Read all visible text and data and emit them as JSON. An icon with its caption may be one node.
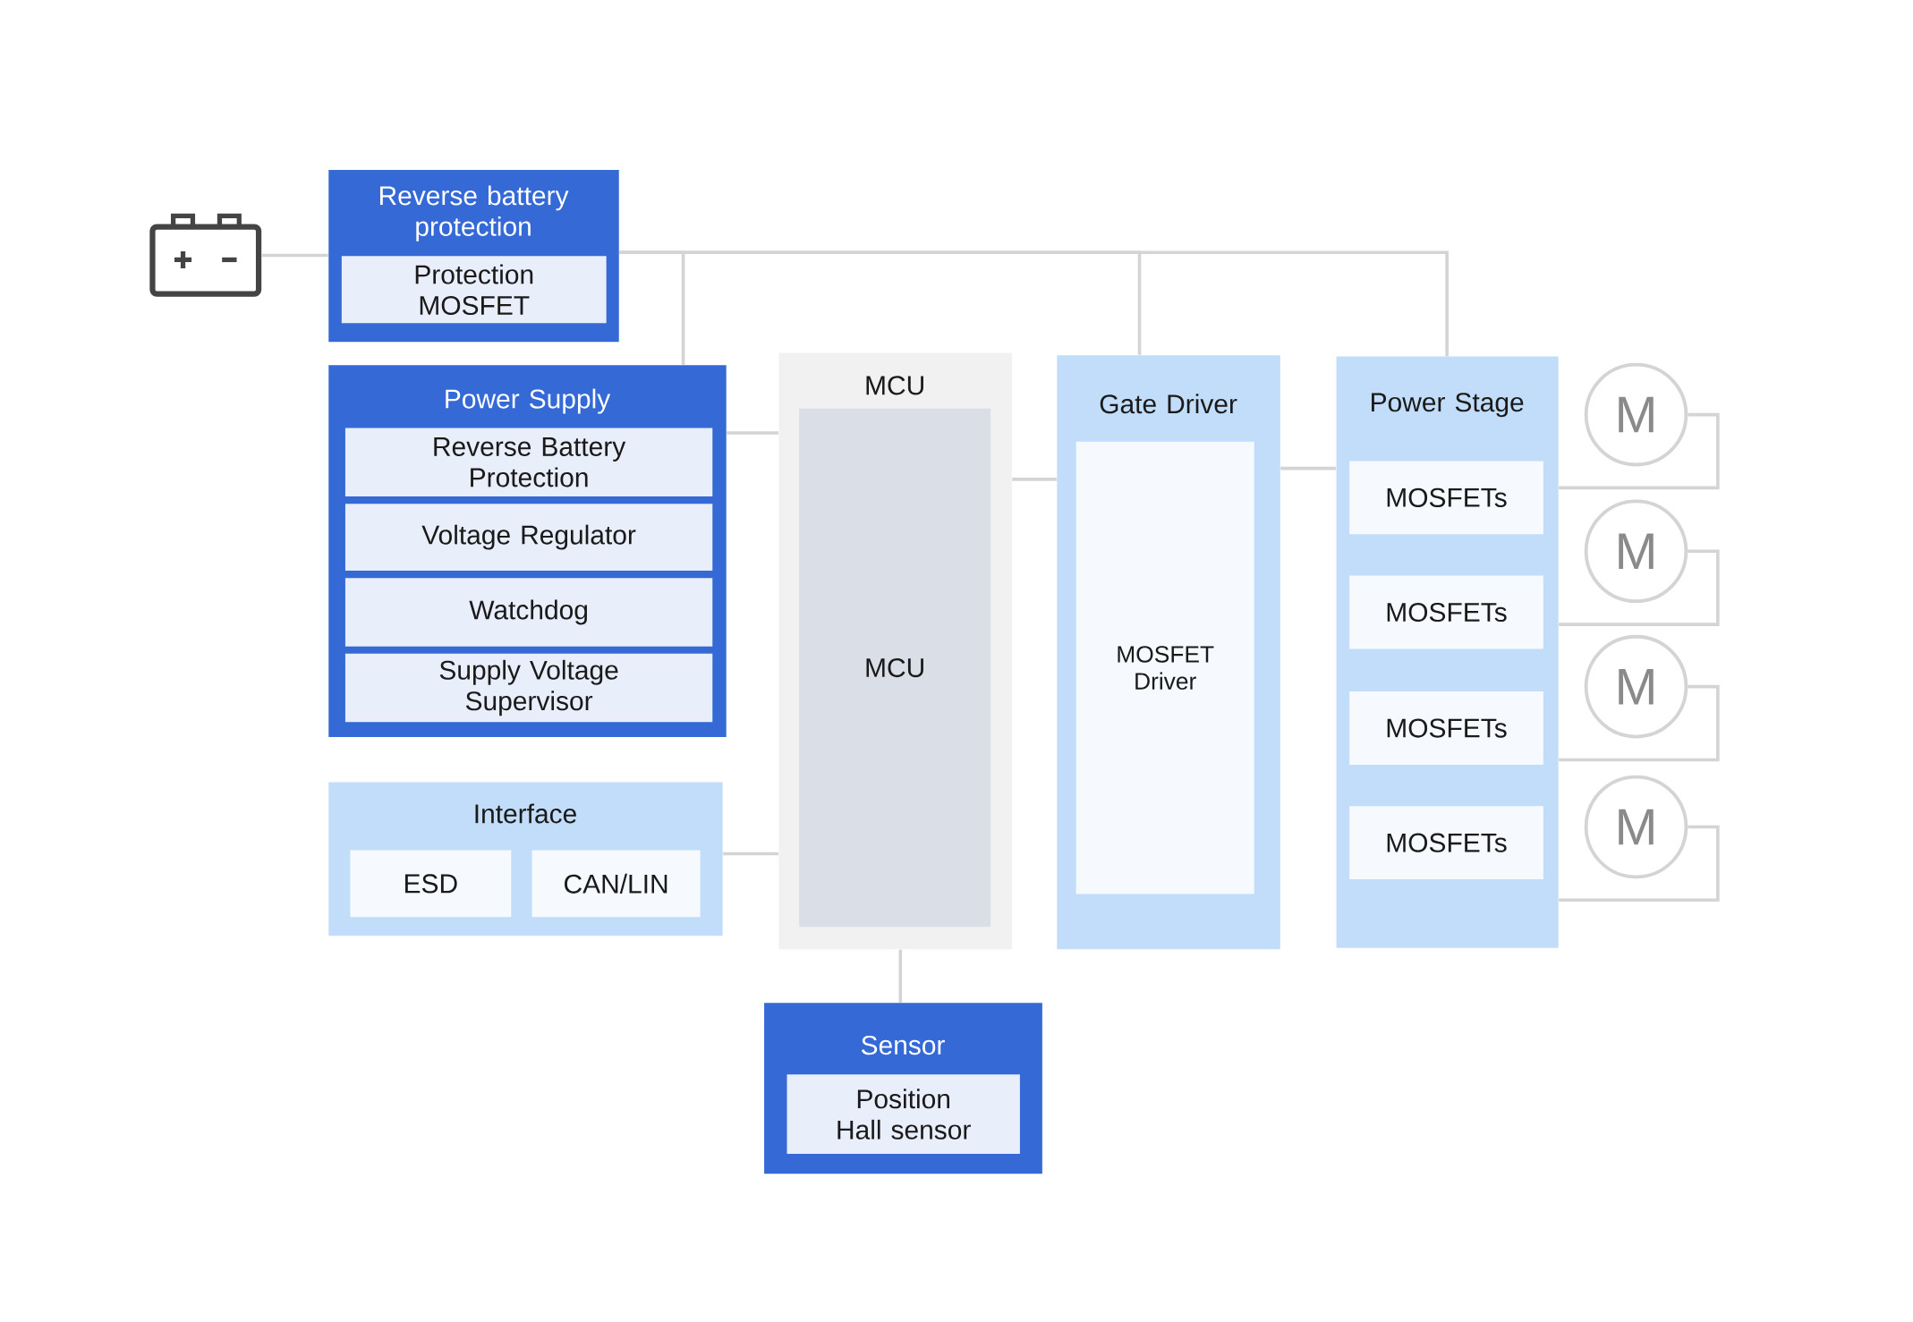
{
  "diagram": {
    "nodes": [
      {
        "text": [],
        "shape": "picture"
      },
      {
        "text": [
          "Reverse battery protection"
        ]
      },
      {
        "text": [
          "Protection MOSFET"
        ],
        "in": 1
      },
      {
        "text": [
          "Power Supply"
        ]
      },
      {
        "text": [
          "Reverse Battery Protection"
        ],
        "in": 3
      },
      {
        "text": [
          "Voltage Regulator"
        ],
        "in": 3
      },
      {
        "text": [
          "Watchdog"
        ],
        "in": 3
      },
      {
        "text": [
          "Supply Voltage Supervisor"
        ],
        "in": 3
      },
      {
        "text": [
          "Interface"
        ]
      },
      {
        "text": [
          "ESD"
        ],
        "in": 8
      },
      {
        "text": [
          "CAN/LIN"
        ],
        "in": 8
      },
      {
        "text": [
          "MCU"
        ]
      },
      {
        "text": [
          "MCU"
        ],
        "in": 11
      },
      {
        "text": [
          "Gate Driver"
        ]
      },
      {
        "text": [
          "MOSFET Driver"
        ],
        "in": 13
      },
      {
        "text": [
          "Power Stage"
        ]
      },
      {
        "text": [
          "MOSFETs"
        ],
        "in": 15
      },
      {
        "text": [
          "MOSFETs"
        ],
        "in": 15
      },
      {
        "text": [
          "MOSFETs"
        ],
        "in": 15
      },
      {
        "text": [
          "MOSFETs"
        ],
        "in": 15
      },
      {
        "text": [
          "M"
        ]
      },
      {
        "text": [
          "M"
        ]
      },
      {
        "text": [
          "M"
        ]
      },
      {
        "text": [
          "M"
        ]
      },
      {
        "text": [
          "Sensor"
        ]
      },
      {
        "text": [
          "Position Hall sensor"
        ],
        "in": 24
      }
    ],
    "edges": [
      {
        "from": 0,
        "to": 1,
        "arrow": "none"
      },
      {
        "from": 1,
        "to": 3,
        "arrow": "none"
      },
      {
        "from": 1,
        "to": 13,
        "arrow": "none"
      },
      {
        "from": 1,
        "to": 15,
        "arrow": "none"
      },
      {
        "from": 3,
        "to": 11,
        "arrow": "none"
      },
      {
        "from": 8,
        "to": 11,
        "arrow": "none"
      },
      {
        "from": 11,
        "to": 13,
        "arrow": "none"
      },
      {
        "from": 13,
        "to": 15,
        "arrow": "none"
      },
      {
        "from": 11,
        "to": 24,
        "arrow": "none"
      },
      {
        "from": 15,
        "to": 20,
        "arrow": "none"
      },
      {
        "from": 15,
        "to": 21,
        "arrow": "none"
      },
      {
        "from": 15,
        "to": 22,
        "arrow": "none"
      },
      {
        "from": 15,
        "to": 23,
        "arrow": "none"
      }
    ]
  }
}
